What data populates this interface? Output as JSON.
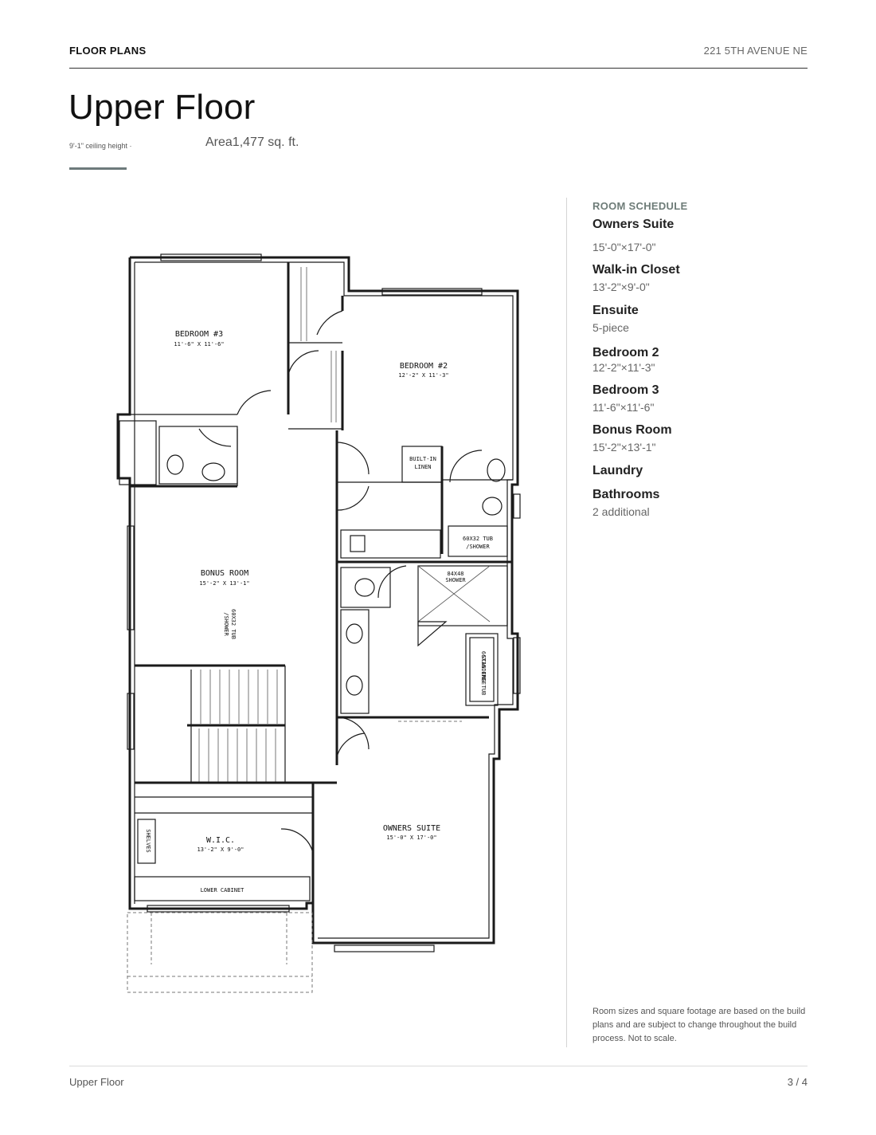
{
  "header": {
    "section": "FLOOR PLANS",
    "address": "221 5TH AVENUE NE"
  },
  "title": "Upper Floor",
  "meta": {
    "ceiling": "9'-1\" ceiling height ·",
    "area": "Area1,477 sq. ft."
  },
  "schedule": {
    "heading": "ROOM SCHEDULE",
    "rooms": [
      {
        "name": "Owners Suite",
        "detail": "15'-0\"×17'-0\""
      },
      {
        "name": "Walk-in Closet",
        "detail": "13'-2\"×9'-0\""
      },
      {
        "name": "Ensuite",
        "detail": "5-piece"
      },
      {
        "name": "Bedroom 2",
        "detail": "12'-2\"×11'-3\""
      },
      {
        "name": "Bedroom 3",
        "detail": "11'-6\"×11'-6\""
      },
      {
        "name": "Bonus Room",
        "detail": "15'-2\"×13'-1\""
      },
      {
        "name": "Laundry",
        "detail": ""
      },
      {
        "name": "Bathrooms",
        "detail": "2 additional"
      }
    ]
  },
  "disclaimer": "Room sizes and square footage are based on the build plans and are subject to change throughout the build process. Not to scale.",
  "footer": {
    "left": "Upper Floor",
    "page": "3 / 4"
  },
  "plan": {
    "bedroom3": {
      "name": "BEDROOM #3",
      "size": "11'-6\" X 11'-6\""
    },
    "bedroom2": {
      "name": "BEDROOM #2",
      "size": "12'-2\" X 11'-3\""
    },
    "bonus": {
      "name": "BONUS ROOM",
      "size": "15'-2\" X 13'-1\""
    },
    "owners": {
      "name": "OWNERS SUITE",
      "size": "15'-0\" X 17'-0\""
    },
    "wic": {
      "name": "W.I.C.",
      "size": "13'-2\" X 9'-0\""
    },
    "tub1": [
      "60X32 TUB",
      "/SHOWER"
    ],
    "tub2": [
      "60X32 TUB",
      "/SHOWER"
    ],
    "linen": [
      "BUILT-IN",
      "LINEN"
    ],
    "shower": [
      "84X48",
      "SHOWER"
    ],
    "freetub": [
      "66X36 FREE",
      "STANDING TUB"
    ],
    "shelves": "SHELVES",
    "lower_cabinet": "LOWER CABINET"
  }
}
